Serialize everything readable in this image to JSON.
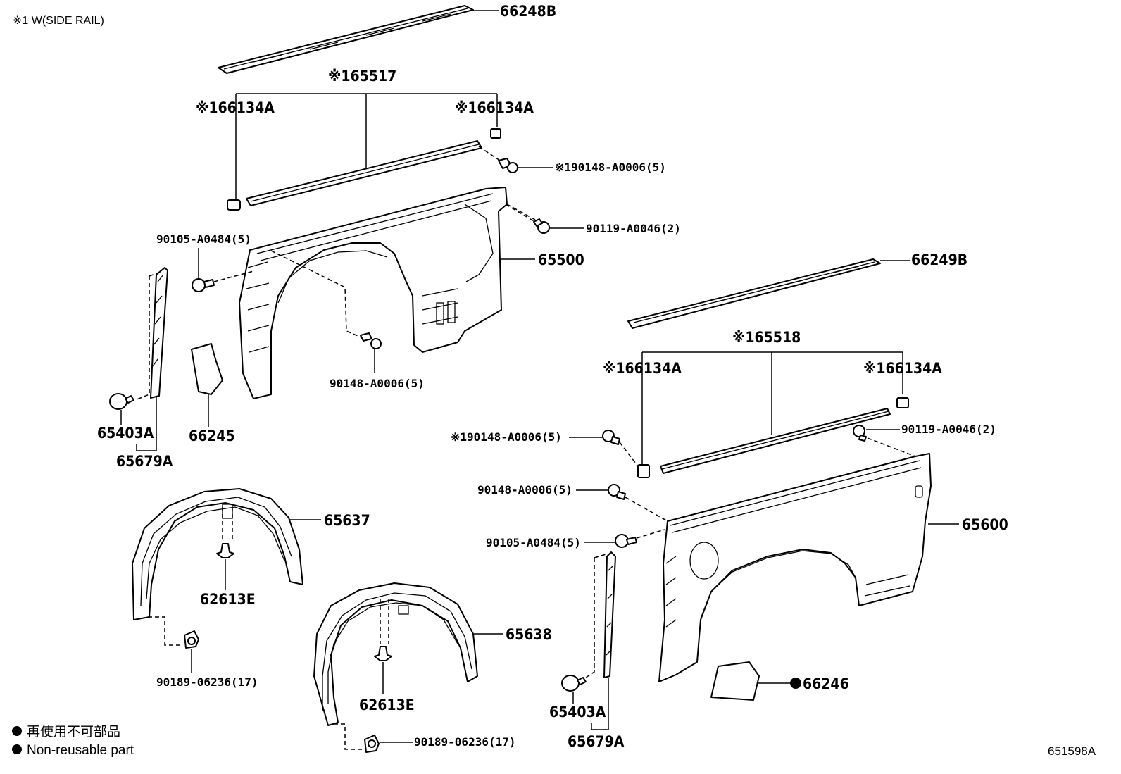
{
  "header_note": "※1 W(SIDE RAIL)",
  "figure_id": "651598A",
  "legend": {
    "jp": "再使用不可部品",
    "en": "Non-reusable part"
  },
  "labels": {
    "p66248B": "66248B",
    "p65517": "※165517",
    "p66134A_1": "※166134A",
    "p66134A_2": "※166134A",
    "p90148_top": "※190148-A0006(5)",
    "p90119_top": "90119-A0046(2)",
    "p90105_left": "90105-A0484(5)",
    "p65500": "65500",
    "p66249B": "66249B",
    "p90148_mid": "90148-A0006(5)",
    "p65403A_left": "65403A",
    "p66245": "66245",
    "p65679A_left": "65679A",
    "p65518": "※165518",
    "p66134A_3": "※166134A",
    "p66134A_4": "※166134A",
    "p90148_right1": "※190148-A0006(5)",
    "p90119_right": "90119-A0046(2)",
    "p90148_right2": "90148-A0006(5)",
    "p65637": "65637",
    "p65600": "65600",
    "p90105_right": "90105-A0484(5)",
    "p62613E_1": "62613E",
    "p65638": "65638",
    "p66246": "66246",
    "p90189_1": "90189-06236(17)",
    "p62613E_2": "62613E",
    "p65403A_right": "65403A",
    "p65679A_right": "65679A",
    "p90189_2": "90189-06236(17)"
  }
}
